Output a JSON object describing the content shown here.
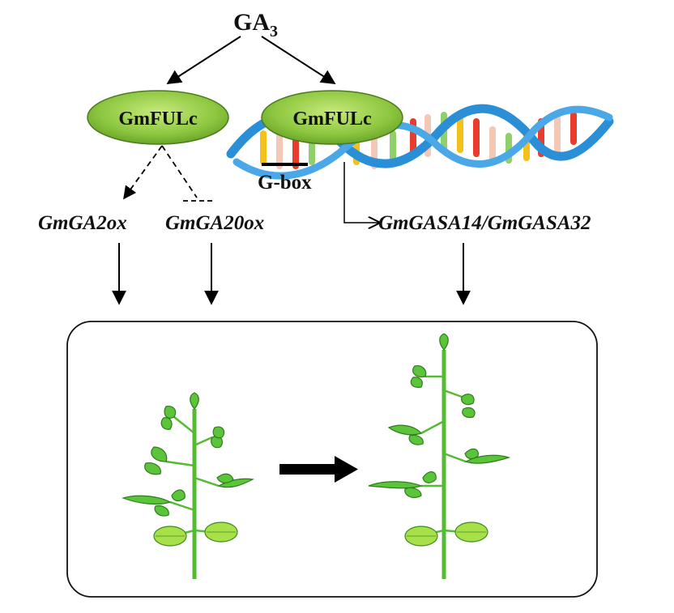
{
  "top": {
    "hormone": "GA",
    "hormone_subscript": "3"
  },
  "proteins": {
    "left": "GmFULc",
    "right": "GmFULc"
  },
  "dna": {
    "motif": "G-box"
  },
  "genes": {
    "ga2ox": "GmGA2ox",
    "ga20ox": "GmGA20ox",
    "gasa": "GmGASA14/GmGASA32"
  },
  "colors": {
    "oval_fill": "#8cc63f",
    "oval_edge": "#4c7a1e",
    "dna_backbone": "#2a8fd6",
    "leaf": "#5cc43a",
    "leaf_light": "#a8e04a",
    "stem": "#55bb33",
    "big_arrow": "#000000"
  }
}
